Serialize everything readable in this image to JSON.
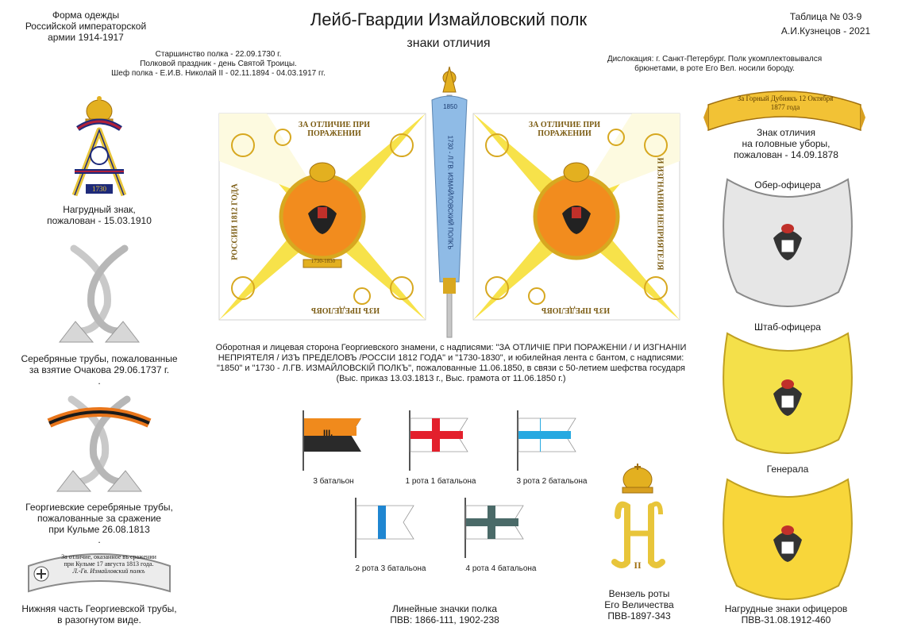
{
  "header": {
    "left_lines": [
      "Форма одежды",
      "Российской императорской",
      "армии  1914-1917"
    ],
    "title": "Лейб-Гвардии Измайловский полк",
    "subtitle": "знаки отличия",
    "right_lines": [
      "Таблица № 03-9",
      "А.И.Кузнецов - 2021"
    ]
  },
  "info_left": [
    "Старшинство полка - 22.09.1730 г.",
    "Полковой праздник - день Святой Троицы.",
    "Шеф полка - Е.И.В. Николай II - 02.11.1894 - 04.03.1917 гг."
  ],
  "info_right": [
    "Дислокация: г. Санкт-Петербург. Полк укомплектовывался",
    "брюнетами, в роте Его Вел. носили бороду."
  ],
  "left_column": {
    "badge_caption": [
      "Нагрудный знак,",
      "пожалован - 15.03.1910"
    ],
    "badge_year": "1730",
    "silver_caption": [
      "Серебряные трубы, пожалованные",
      "за взятие Очакова  29.06.1737 г."
    ],
    "george_caption": [
      "Георгиевские серебряные трубы,",
      "пожалованные за сражение",
      "при Кульме  26.08.1813"
    ],
    "scroll_text": [
      "За отличие, оказанное въ сражении",
      "при Кульме 17 августа 1813 года.",
      "Л.-Гв. Измайловский полкъ"
    ],
    "bottom_caption": [
      "Нижняя часть Георгиевской трубы,",
      "в разогнутом виде."
    ],
    "dot": "."
  },
  "banner": {
    "top_text": "За отличие при поражении",
    "left_text": "России 1812 года",
    "right_text": "и изгнании неприятеля",
    "bottom_text": "изъ пределовъ",
    "ribbon_top": "1850",
    "ribbon_text": "1730 - Л.ГВ. ИЗМАЙЛОВСКИЙ ПОЛКЪ",
    "medallion_text": "1730-1830",
    "description": [
      "Оборотная и лицевая сторона Георгиевского знамени, с надписями: \"ЗА ОТЛИЧІЕ ПРИ ПОРАЖЕНІИ / И ИЗГНАНІИ",
      "НЕПРІЯТЕЛЯ / ИЗЪ ПРЕДЕЛОВЪ /РОССІИ 1812 ГОДА\" и \"1730-1830\", и юбилейная лента с бантом, с надписями:",
      "\"1850\" и \"1730 - Л.ГВ. ИЗМАЙЛОВСКІЙ ПОЛКЪ\", пожалованные 11.06.1850, в связи с 50-летием шефства государя",
      "(Выс. приказ 13.03.1813 г., Выс. грамота от 11.06.1850 г.)"
    ]
  },
  "flags": {
    "items": [
      {
        "label": "3 батальон",
        "mark": "III."
      },
      {
        "label": "1 рота 1 батальона"
      },
      {
        "label": "3 рота 2 батальона"
      },
      {
        "label": "2 рота 3 батальона"
      },
      {
        "label": "4 рота 4 батальона"
      }
    ],
    "caption": [
      "Линейные значки полка",
      "ПВВ: 1866-111, 1902-238"
    ],
    "colors": {
      "orange": "#f08a1c",
      "black": "#2a2a2a",
      "red": "#e3202c",
      "lightblue": "#27a9e1",
      "blue": "#1f86d1",
      "gray": "#4a6a68"
    }
  },
  "monogram": {
    "caption": [
      "Вензель роты",
      "Его Величества",
      "ПВВ-1897-343"
    ],
    "numeral": "II"
  },
  "right_column": {
    "headband_text": [
      "За Горный Дубнякъ 12 Октября",
      "1877 года"
    ],
    "headband_caption": [
      "Знак отличия",
      "на головные уборы,",
      "пожалован - 14.09.1878"
    ],
    "gorget_labels": [
      "Обер-офицера",
      "Штаб-офицера",
      "Генерала"
    ],
    "gorgets_caption": [
      "Нагрудные знаки офицеров",
      "ПВВ-31.08.1912-460"
    ]
  }
}
